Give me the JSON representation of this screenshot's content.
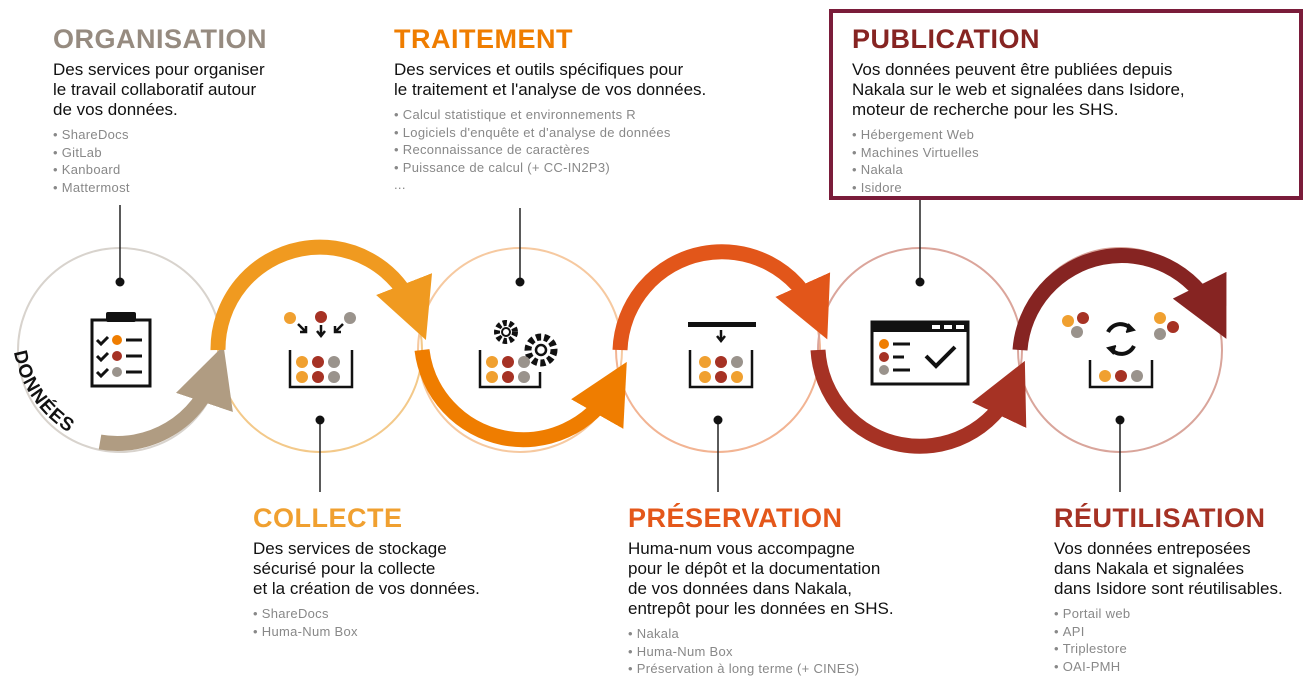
{
  "colors": {
    "grey": "#968b80",
    "orange_light": "#f0a030",
    "orange": "#ef7d00",
    "orange_dark": "#e4571a",
    "red": "#a63224",
    "darkred": "#862422",
    "tan": "#b09c82",
    "box_border": "#7a1c3a"
  },
  "flow_label": "DONNÉES",
  "stages": {
    "organisation": {
      "title": "ORGANISATION",
      "desc": [
        "Des services pour organiser",
        "le travail collaboratif autour",
        "de vos données."
      ],
      "items": [
        "ShareDocs",
        "GitLab",
        "Kanboard",
        "Mattermost"
      ],
      "icon": "clipboard-checklist-icon"
    },
    "traitement": {
      "title": "TRAITEMENT",
      "desc": [
        "Des services et outils spécifiques pour",
        "le traitement et l'analyse de vos données."
      ],
      "items": [
        "Calcul statistique et environnements R",
        "Logiciels d'enquête et d'analyse de données",
        "Reconnaissance de caractères",
        "Puissance de calcul (+ CC-IN2P3)"
      ],
      "more": "...",
      "icon": "gears-icon"
    },
    "publication": {
      "title": "PUBLICATION",
      "desc": [
        "Vos données peuvent être publiées depuis",
        "Nakala sur le web et signalées dans Isidore,",
        "moteur de recherche pour les SHS."
      ],
      "items": [
        "Hébergement Web",
        "Machines Virtuelles",
        "Nakala",
        "Isidore"
      ],
      "icon": "browser-window-check-icon"
    },
    "collecte": {
      "title": "COLLECTE",
      "desc": [
        "Des services de stockage",
        "sécurisé pour la collecte",
        "et la création de vos données."
      ],
      "items": [
        "ShareDocs",
        "Huma-Num Box"
      ],
      "icon": "collect-bin-icon"
    },
    "preservation": {
      "title": "PRÉSERVATION",
      "desc": [
        "Huma-num vous accompagne",
        "pour le dépôt et la documentation",
        "de vos données dans Nakala,",
        "entrepôt pour les données en SHS."
      ],
      "items": [
        "Nakala",
        "Huma-Num Box",
        "Préservation à long terme (+ CINES)"
      ],
      "icon": "storage-press-icon"
    },
    "reutilisation": {
      "title": "RÉUTILISATION",
      "desc": [
        "Vos données entreposées",
        "dans Nakala et signalées",
        "dans Isidore sont réutilisables."
      ],
      "items": [
        "Portail web",
        "API",
        "Triplestore",
        "OAI-PMH"
      ],
      "icon": "recycle-arrows-icon"
    }
  }
}
